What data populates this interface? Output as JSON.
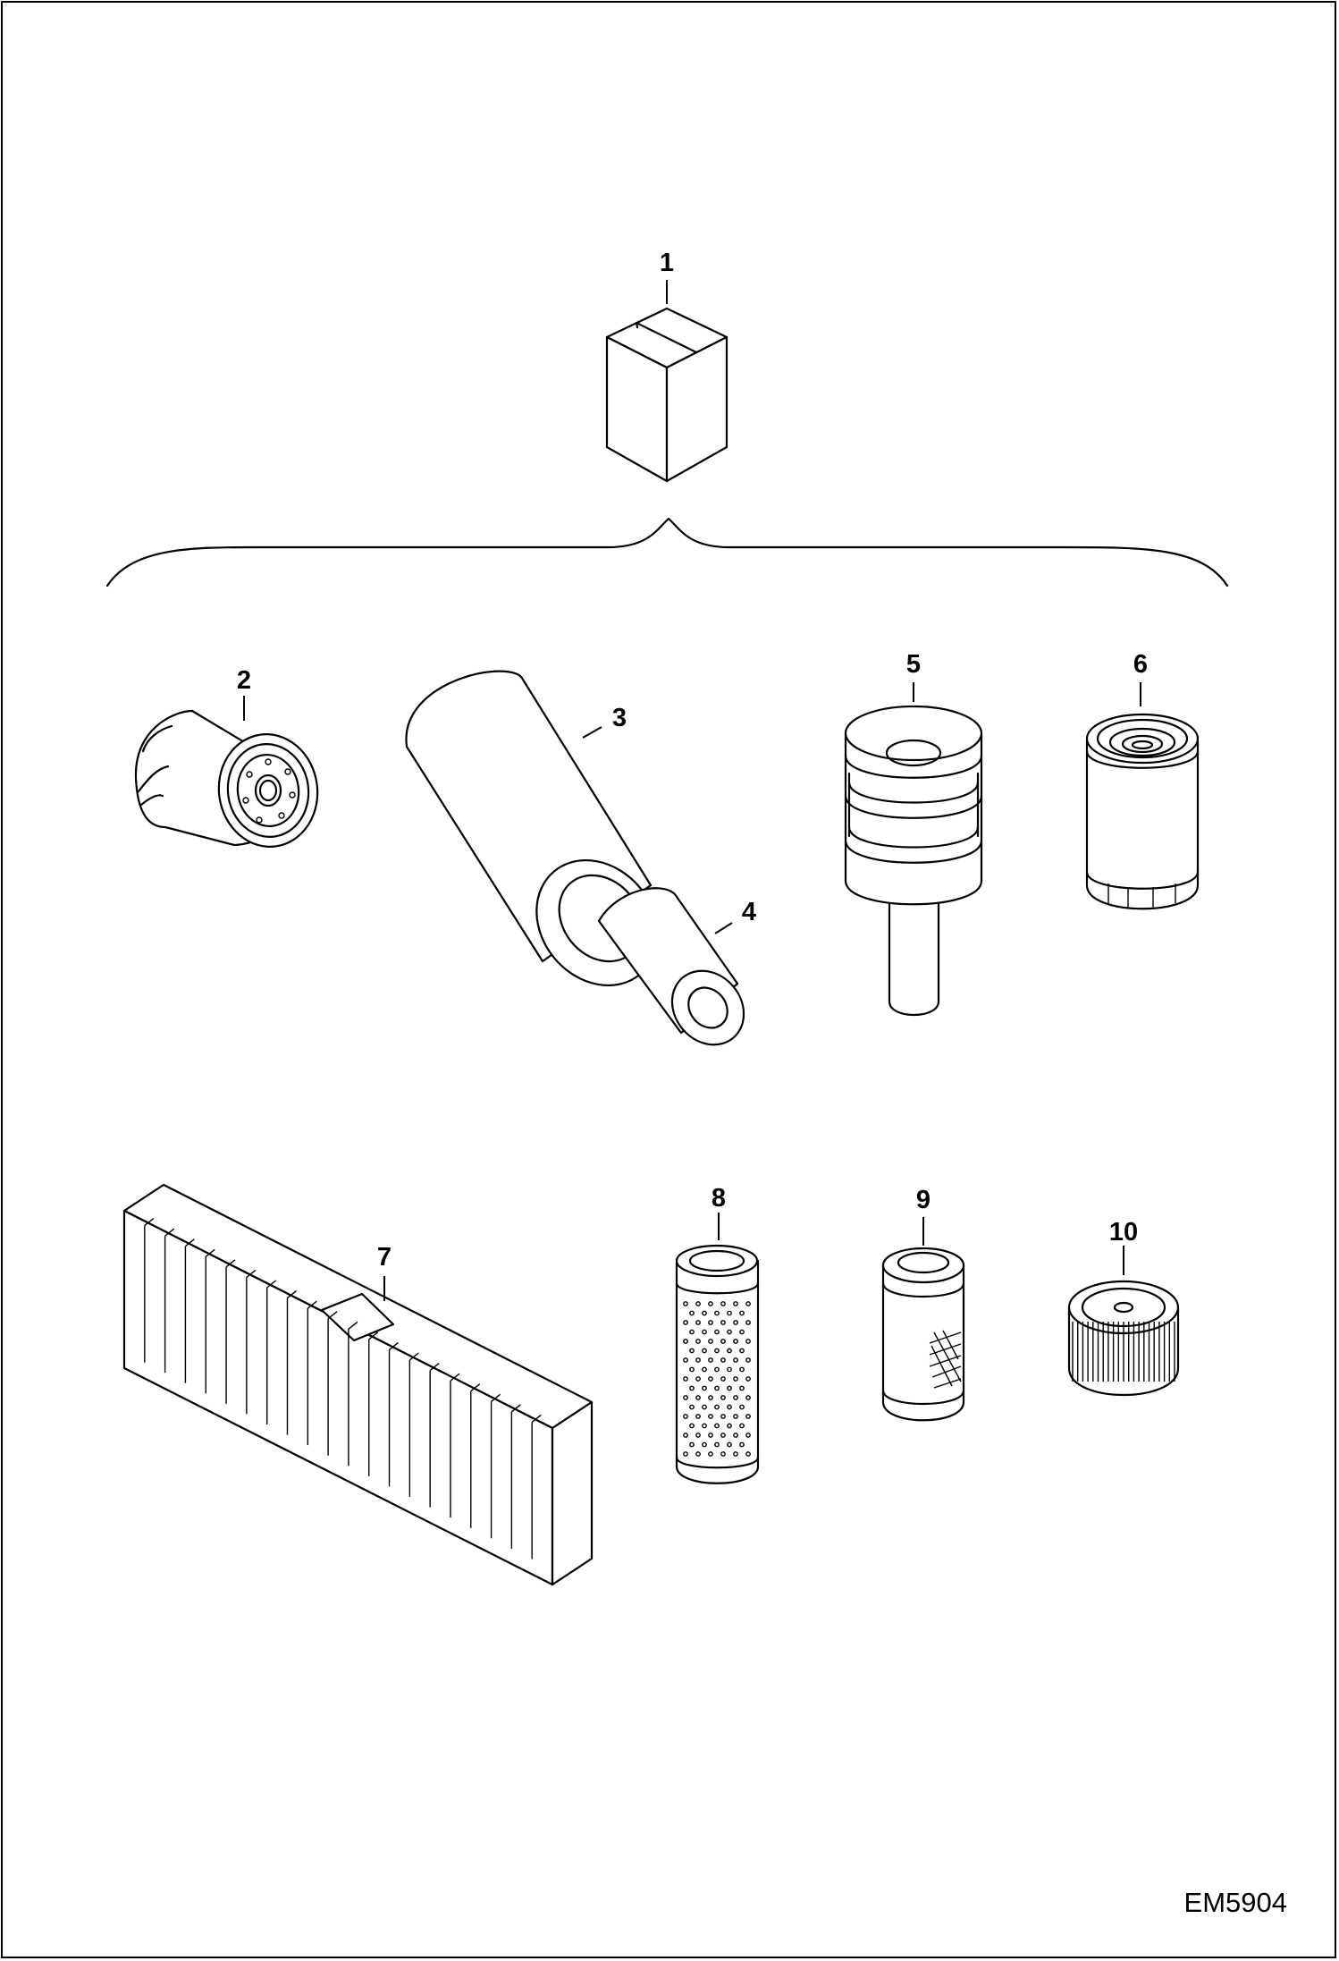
{
  "figure_id": "EM5904",
  "callouts": {
    "c1": "1",
    "c2": "2",
    "c3": "3",
    "c4": "4",
    "c5": "5",
    "c6": "6",
    "c7": "7",
    "c8": "8",
    "c9": "9",
    "c10": "10"
  }
}
